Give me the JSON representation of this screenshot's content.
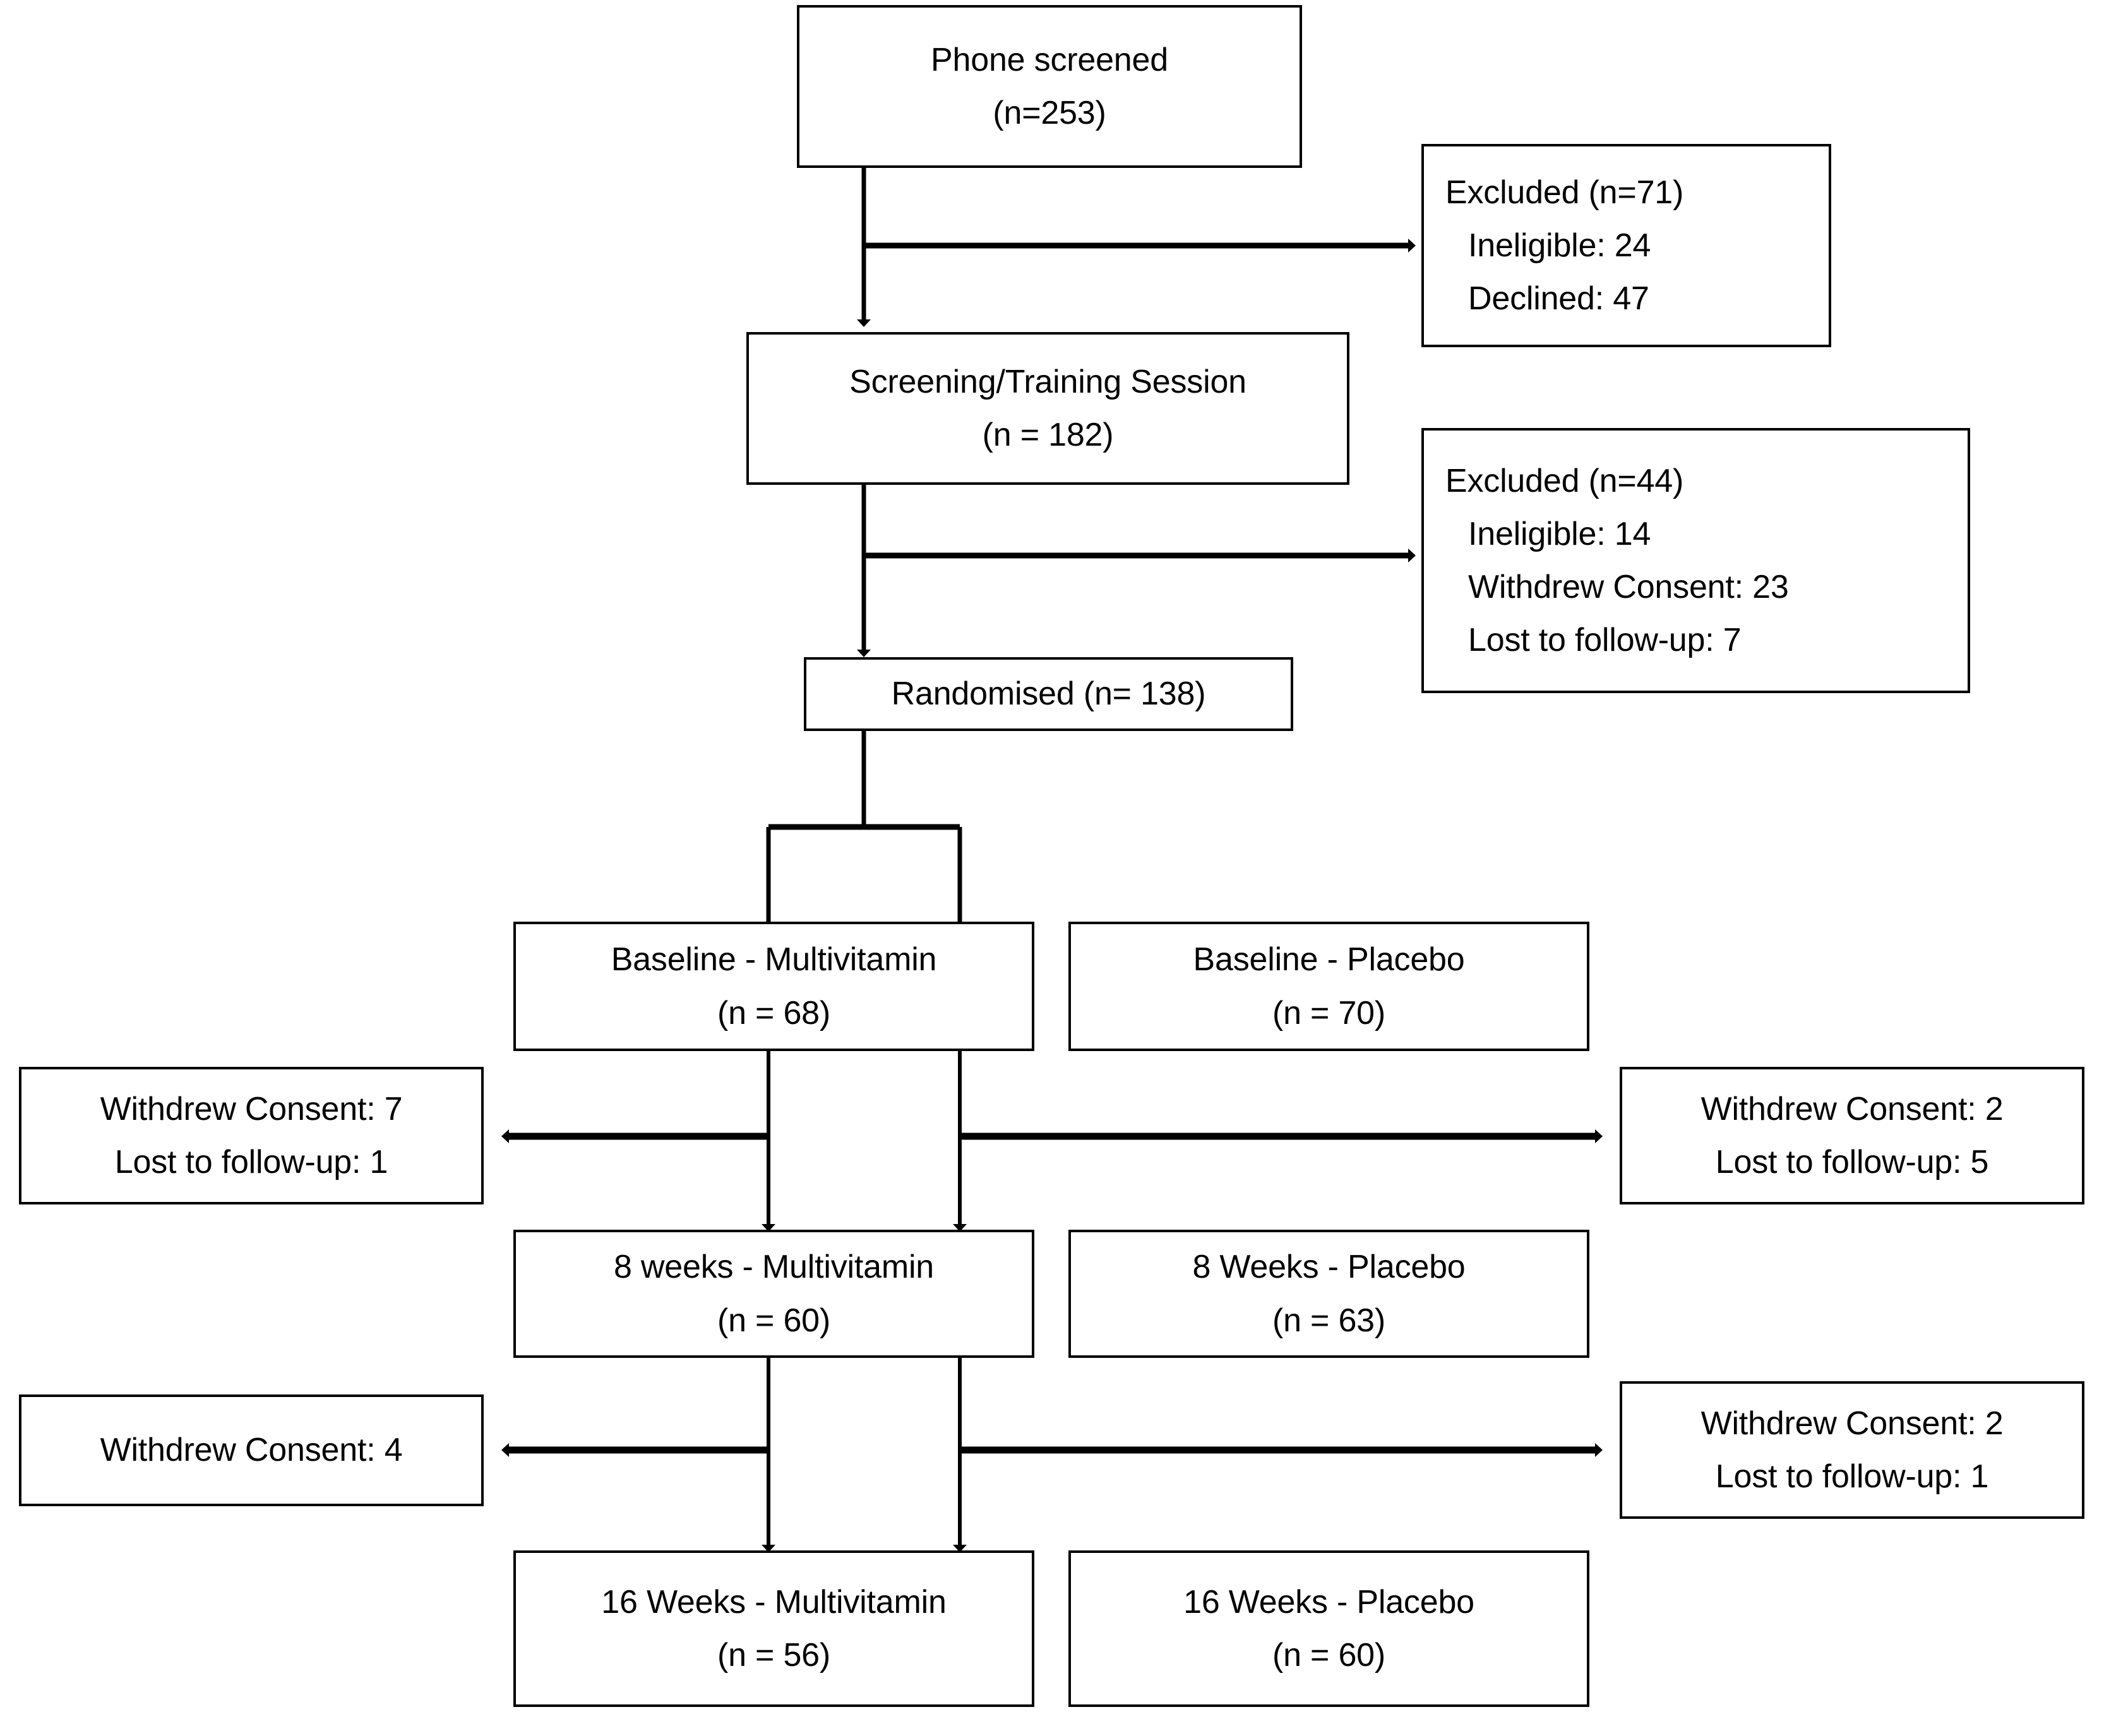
{
  "diagram": {
    "type": "consort-flow-diagram",
    "title_present": false,
    "colors": {
      "stroke": "#000000",
      "background": "#ffffff",
      "text": "#000000"
    },
    "nodes": {
      "phone_screened": {
        "line1": "Phone screened",
        "line2": "(n=253)"
      },
      "excluded_1": {
        "line1": "Excluded (n=71)",
        "line2": "Ineligible: 24",
        "line3": "Declined: 47"
      },
      "screening_training": {
        "line1": "Screening/Training Session",
        "line2": "(n = 182)"
      },
      "excluded_2": {
        "line1": "Excluded (n=44)",
        "line2": "Ineligible: 14",
        "line3": "Withdrew Consent: 23",
        "line4": "Lost to follow-up: 7"
      },
      "randomised": {
        "line1": "Randomised (n= 138)"
      },
      "baseline_multivitamin": {
        "line1": "Baseline - Multivitamin",
        "line2": "(n = 68)"
      },
      "baseline_placebo": {
        "line1": "Baseline - Placebo",
        "line2": "(n = 70)"
      },
      "dropout_mv_1": {
        "line1": "Withdrew Consent: 7",
        "line2": "Lost to follow-up: 1"
      },
      "dropout_pl_1": {
        "line1": "Withdrew Consent: 2",
        "line2": "Lost to follow-up: 5"
      },
      "week8_multivitamin": {
        "line1": "8 weeks - Multivitamin",
        "line2": "(n = 60)"
      },
      "week8_placebo": {
        "line1": "8 Weeks - Placebo",
        "line2": "(n = 63)"
      },
      "dropout_mv_2": {
        "line1": "Withdrew Consent: 4"
      },
      "dropout_pl_2": {
        "line1": "Withdrew Consent: 2",
        "line2": "Lost to follow-up: 1"
      },
      "week16_multivitamin": {
        "line1": "16 Weeks - Multivitamin",
        "line2": "(n = 56)"
      },
      "week16_placebo": {
        "line1": "16 Weeks - Placebo",
        "line2": "(n = 60)"
      }
    },
    "flow": {
      "screened_total": 253,
      "excluded_after_phone": 71,
      "screening_session_total": 182,
      "excluded_after_screening": 44,
      "randomised_total": 138,
      "arms": [
        {
          "name": "Multivitamin",
          "baseline": 68,
          "dropouts_to_week8": {
            "withdrew_consent": 7,
            "lost_to_follow_up": 1
          },
          "week8": 60,
          "dropouts_to_week16": {
            "withdrew_consent": 4
          },
          "week16": 56
        },
        {
          "name": "Placebo",
          "baseline": 70,
          "dropouts_to_week8": {
            "withdrew_consent": 2,
            "lost_to_follow_up": 5
          },
          "week8": 63,
          "dropouts_to_week16": {
            "withdrew_consent": 2,
            "lost_to_follow_up": 1
          },
          "week16": 60
        }
      ]
    }
  }
}
